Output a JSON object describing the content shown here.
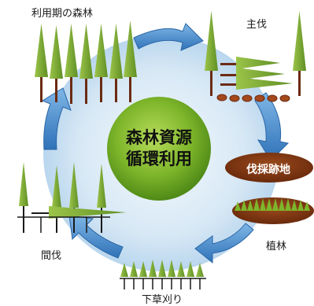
{
  "center": {
    "line1": "森林資源",
    "line2": "循環利用"
  },
  "stages": {
    "mature_forest": "利用期の森林",
    "final_cutting": "主伐",
    "clearcut_site": "伐採跡地",
    "planting": "植林",
    "weeding": "下草刈り",
    "thinning": "間伐"
  },
  "colors": {
    "background_circle": "#cfe3f3",
    "center_circle": "#7db52a",
    "arrow": "#3f86c8",
    "tree": "#6e9e2e",
    "trunk": "#6b2b12",
    "oval": "#7a3210"
  }
}
